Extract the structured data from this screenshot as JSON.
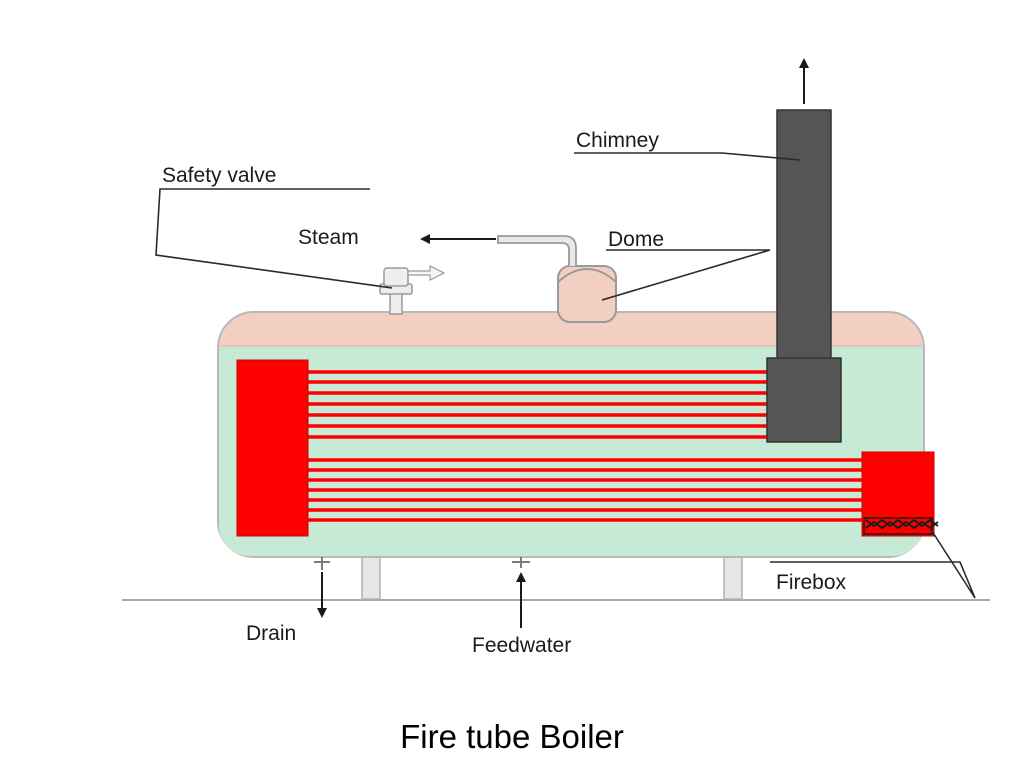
{
  "colors": {
    "water": "#c6ead6",
    "steam_space": "#f2cfc0",
    "fire": "#ff0000",
    "chimney": "#555555",
    "ground": "#aaaaaa"
  },
  "labels": {
    "chimney": "Chimney",
    "safety_valve": "Safety valve",
    "steam": "Steam",
    "dome": "Dome",
    "firebox": "Firebox",
    "drain": "Drain",
    "feedwater": "Feedwater"
  },
  "caption": "Fire tube Boiler",
  "icons": {
    "steam_out": "arrow-left-icon",
    "smoke_out": "arrow-up-icon",
    "drain_out": "arrow-down-icon",
    "feed_in": "arrow-up-icon"
  }
}
